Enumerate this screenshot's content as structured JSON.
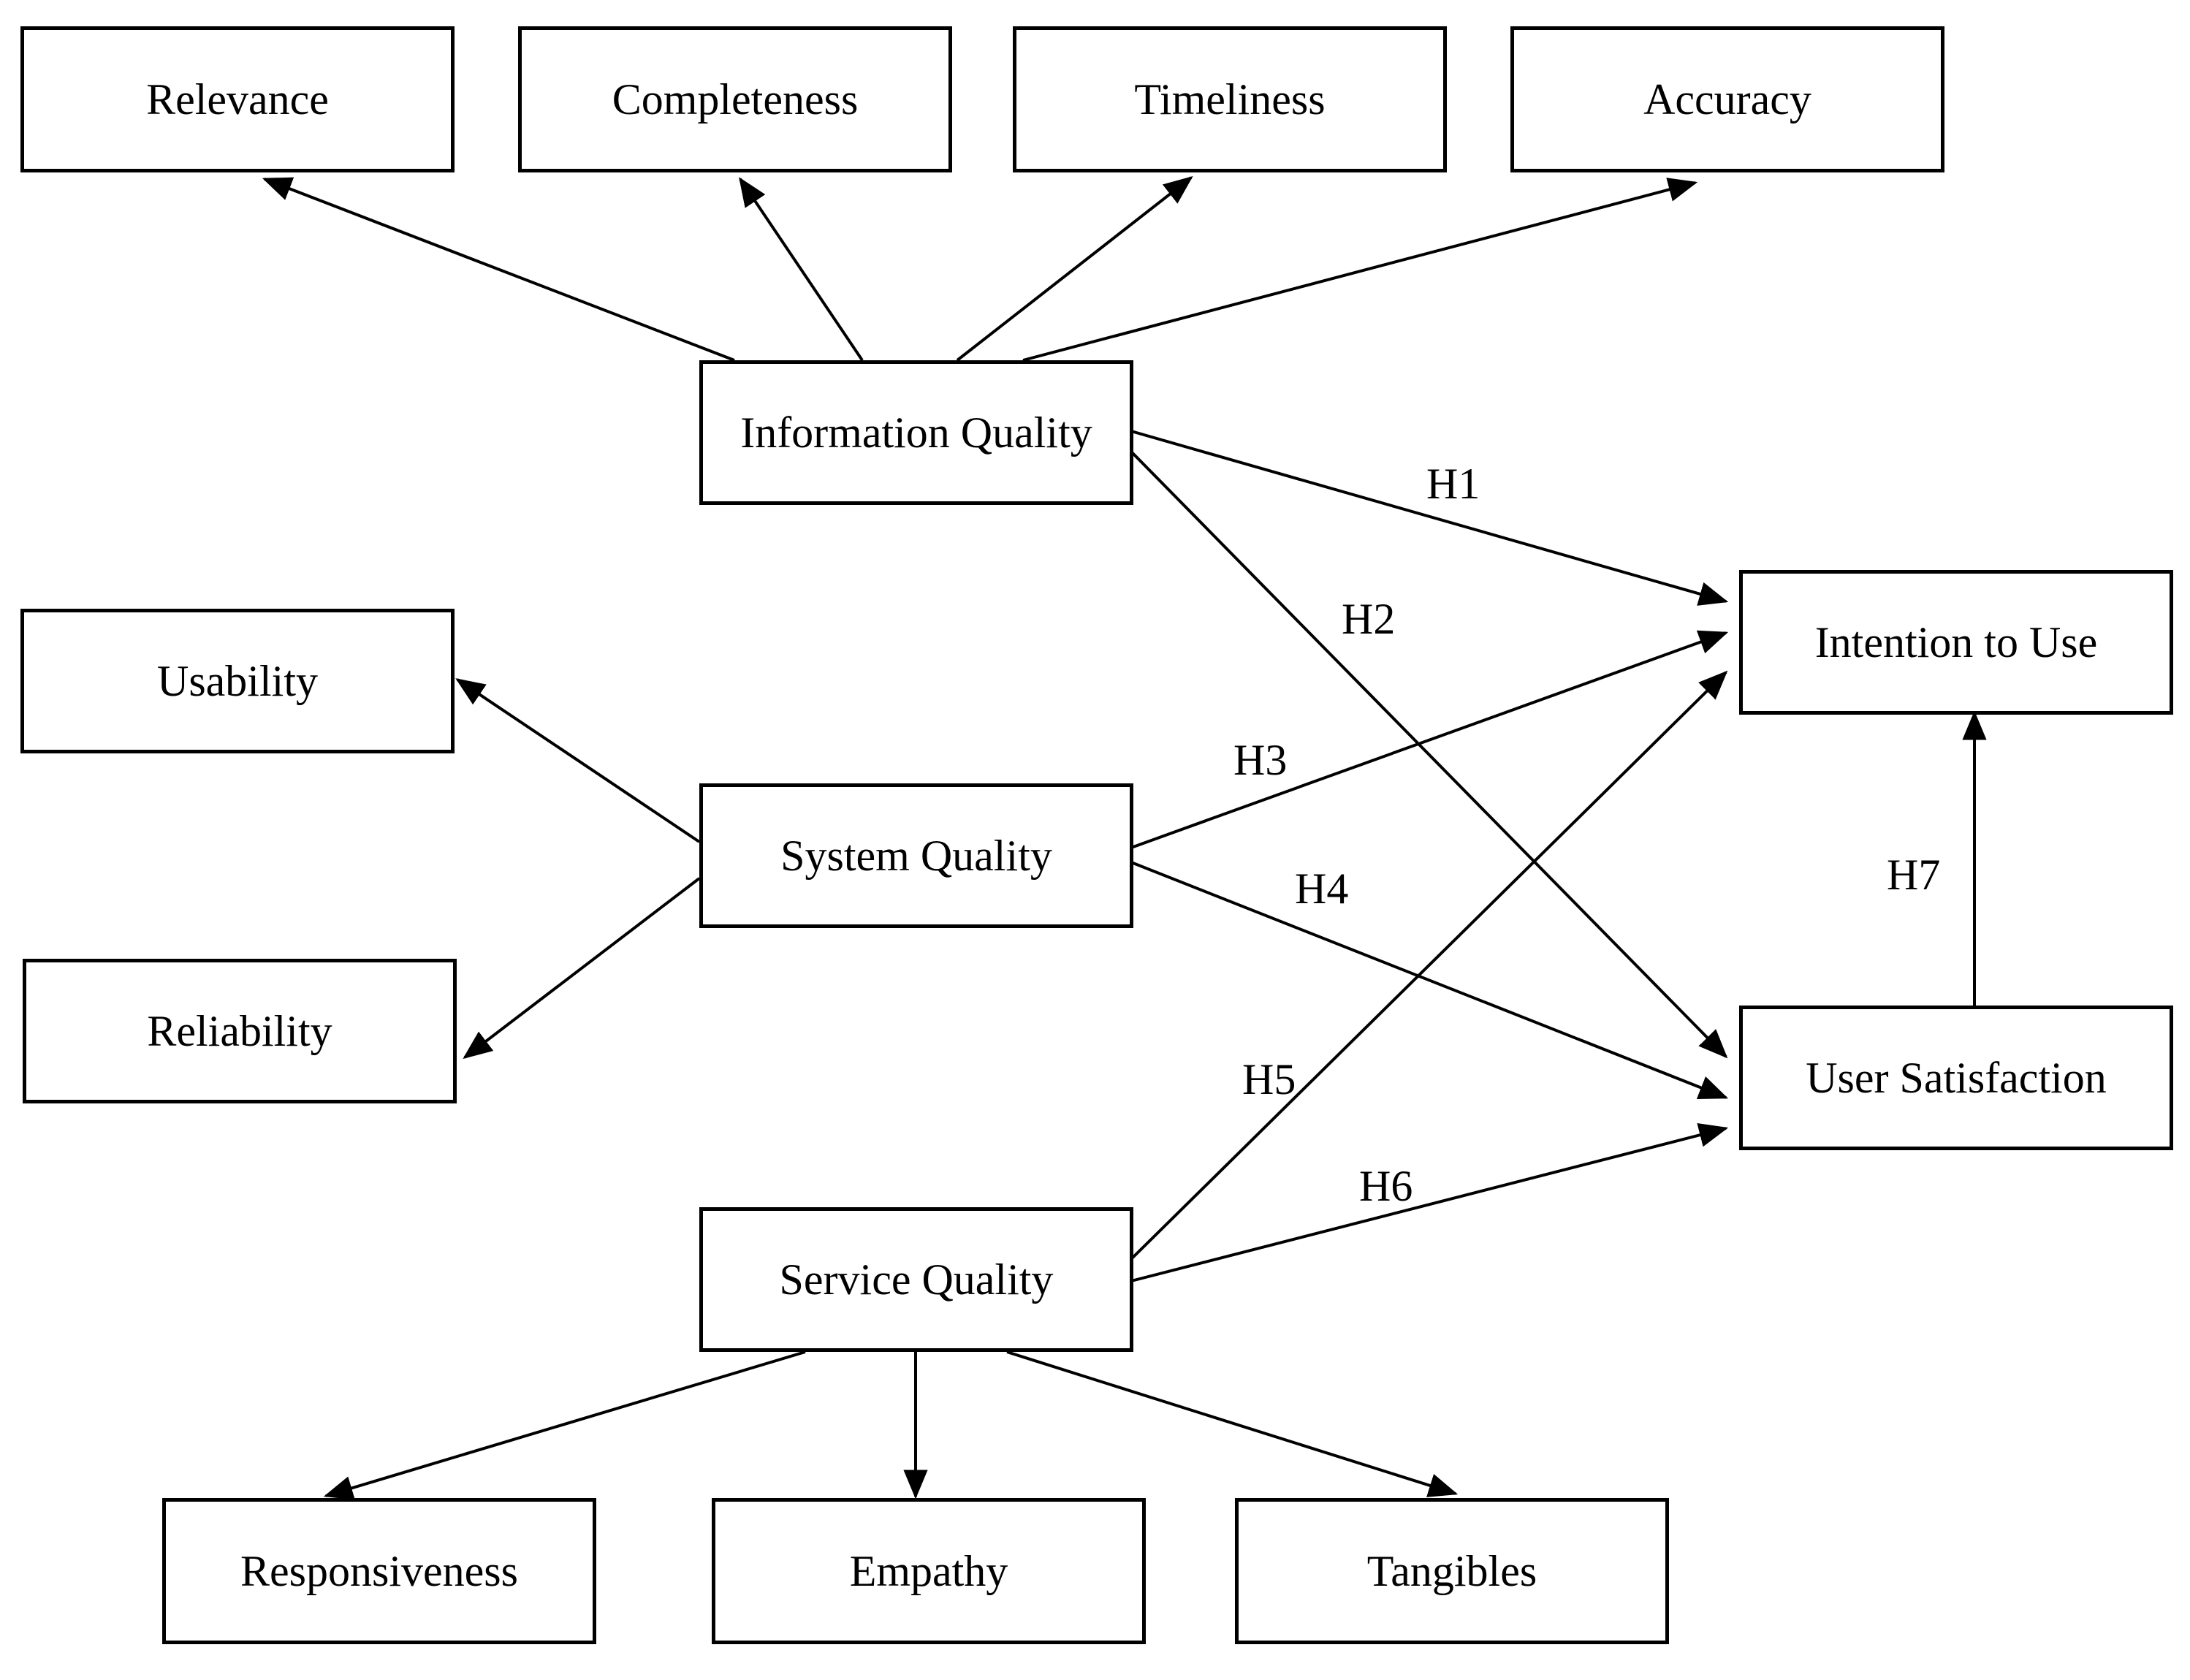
{
  "nodes": {
    "relevance": "Relevance",
    "completeness": "Completeness",
    "timeliness": "Timeliness",
    "accuracy": "Accuracy",
    "information_quality": "Information Quality",
    "usability": "Usability",
    "reliability": "Reliability",
    "system_quality": "System Quality",
    "service_quality": "Service Quality",
    "responsiveness": "Responsiveness",
    "empathy": "Empathy",
    "tangibles": "Tangibles",
    "intention_to_use": "Intention to Use",
    "user_satisfaction": "User Satisfaction"
  },
  "hypotheses": {
    "h1": "H1",
    "h2": "H2",
    "h3": "H3",
    "h4": "H4",
    "h5": "H5",
    "h6": "H6",
    "h7": "H7"
  },
  "edges": [
    {
      "from": "information_quality",
      "to": "relevance"
    },
    {
      "from": "information_quality",
      "to": "completeness"
    },
    {
      "from": "information_quality",
      "to": "timeliness"
    },
    {
      "from": "information_quality",
      "to": "accuracy"
    },
    {
      "from": "system_quality",
      "to": "usability"
    },
    {
      "from": "system_quality",
      "to": "reliability"
    },
    {
      "from": "service_quality",
      "to": "responsiveness"
    },
    {
      "from": "service_quality",
      "to": "empathy"
    },
    {
      "from": "service_quality",
      "to": "tangibles"
    },
    {
      "from": "information_quality",
      "to": "intention_to_use",
      "label": "H1"
    },
    {
      "from": "information_quality",
      "to": "user_satisfaction",
      "label": "H2"
    },
    {
      "from": "system_quality",
      "to": "intention_to_use",
      "label": "H3"
    },
    {
      "from": "system_quality",
      "to": "user_satisfaction",
      "label": "H4"
    },
    {
      "from": "service_quality",
      "to": "intention_to_use",
      "label": "H5"
    },
    {
      "from": "service_quality",
      "to": "user_satisfaction",
      "label": "H6"
    },
    {
      "from": "user_satisfaction",
      "to": "intention_to_use",
      "label": "H7"
    }
  ]
}
